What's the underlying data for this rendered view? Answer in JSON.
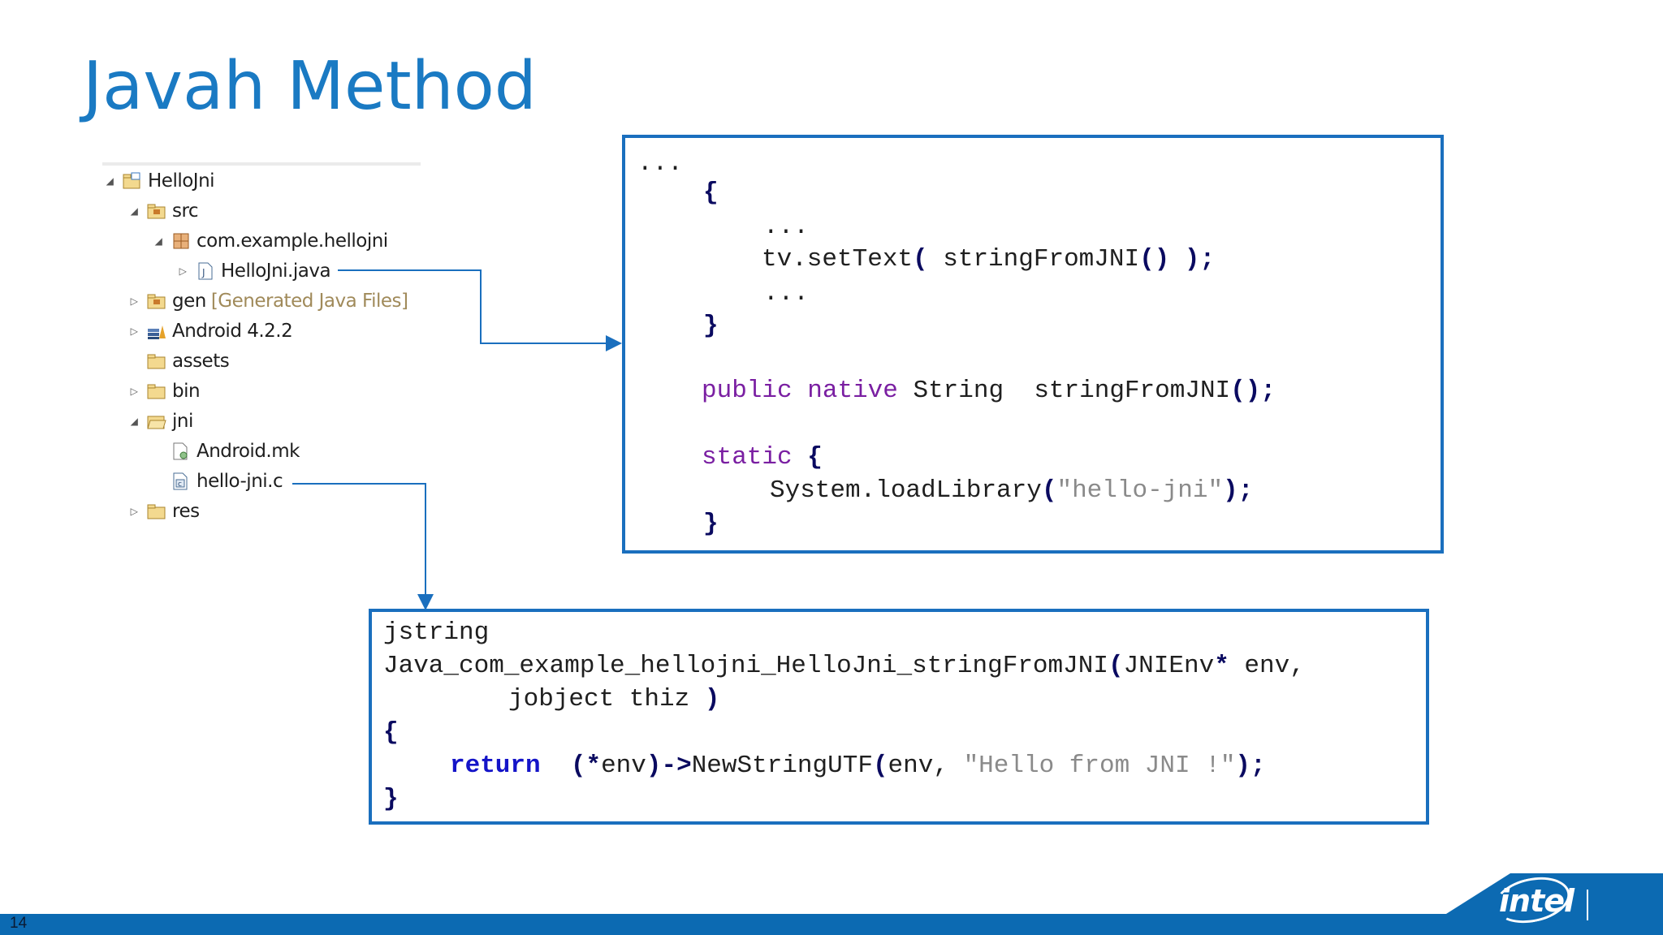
{
  "slide": {
    "title": "Javah Method",
    "page_number": "14",
    "logo_text": "intel"
  },
  "project_tree": {
    "items": [
      {
        "label": "HelloJni",
        "toggle": "expanded",
        "icon": "project-icon",
        "depth": 0
      },
      {
        "label": "src",
        "toggle": "expanded",
        "icon": "source-folder-icon",
        "depth": 1
      },
      {
        "label": "com.example.hellojni",
        "toggle": "expanded",
        "icon": "package-icon",
        "depth": 2
      },
      {
        "label": "HelloJni.java",
        "toggle": "collapsed",
        "icon": "java-file-icon",
        "depth": 3
      },
      {
        "label": "gen",
        "note": "[Generated Java Files]",
        "toggle": "collapsed",
        "icon": "source-folder-icon",
        "depth": 1
      },
      {
        "label": "Android 4.2.2",
        "toggle": "collapsed",
        "icon": "library-icon",
        "depth": 1
      },
      {
        "label": "assets",
        "toggle": "none",
        "icon": "folder-icon",
        "depth": 1
      },
      {
        "label": "bin",
        "toggle": "collapsed",
        "icon": "folder-icon",
        "depth": 1
      },
      {
        "label": "jni",
        "toggle": "expanded",
        "icon": "folder-open-icon",
        "depth": 1
      },
      {
        "label": "Android.mk",
        "toggle": "none",
        "icon": "makefile-icon",
        "depth": 2
      },
      {
        "label": "hello-jni.c",
        "toggle": "none",
        "icon": "c-file-icon",
        "depth": 2
      },
      {
        "label": "res",
        "toggle": "collapsed",
        "icon": "folder-icon",
        "depth": 1
      }
    ]
  },
  "java_code": {
    "line1": "...",
    "line2": "{",
    "line3": "...",
    "line4_a": "tv.setText",
    "line4_b": "( ",
    "line4_c": "stringFromJNI",
    "line4_d": "()",
    "line4_e": " );",
    "line5": "...",
    "line6": "}",
    "line7_kw1": "public",
    "line7_kw2": "native",
    "line7_type": "String",
    "line7_name": "stringFromJNI",
    "line7_end": "();",
    "line8_kw": "static",
    "line8_brace": "{",
    "line9_call": "System.loadLibrary",
    "line9_open": "(",
    "line9_str": "\"hello-jni\"",
    "line9_end": ");",
    "line10": "}"
  },
  "c_code": {
    "line1": "jstring",
    "line2_name": "Java_com_example_hellojni_HelloJni_stringFromJNI",
    "line2_open": "(",
    "line2_type": "JNIEnv",
    "line2_star": "*",
    "line2_arg": " env,",
    "line3_arg": "jobject thiz",
    "line3_close": ")",
    "line4": "{",
    "line5_kw": "return",
    "line5_open": "(*",
    "line5_env": "env",
    "line5_arrow": ")->",
    "line5_call": "NewStringUTF",
    "line5_paren": "(",
    "line5_args": "env, ",
    "line5_str": "\"Hello from JNI !\"",
    "line5_end": ");",
    "line6": "}"
  },
  "colors": {
    "accent_blue": "#1a6fbe",
    "title_blue": "#1a7ac3",
    "keyword_purple": "#7a1fa2",
    "keyword_blue": "#1414c8",
    "string_gray": "#8a8a8a",
    "footer_blue": "#0c6ab2"
  }
}
